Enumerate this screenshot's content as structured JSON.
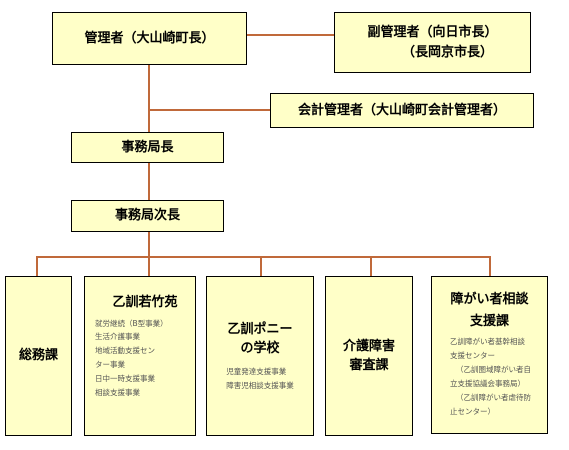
{
  "admin": "管理者（大山崎町長）",
  "vice_admin": [
    "副管理者（向日市長）",
    "（長岡京市長）"
  ],
  "accounting": "会計管理者（大山崎町会計管理者）",
  "director": "事務局長",
  "deputy_director": "事務局次長",
  "sections": {
    "general": "総務課",
    "otokuni_wakatake": {
      "title": "乙訓若竹苑",
      "items": [
        "就労継続（B型事業）",
        "生活介護事業",
        "地域活動支援セン",
        "ター事業",
        "日中一時支援事業",
        "相談支援事業"
      ]
    },
    "otokuni_pony": {
      "title": [
        "乙訓ポニー",
        "の学校"
      ],
      "items": [
        "児童発達支援事業",
        "障害児相談支援事業"
      ]
    },
    "care_review": [
      "介護障害",
      "審査課"
    ],
    "disability_support": {
      "title": [
        "障がい者相談",
        "支援課"
      ],
      "items": [
        "乙訓障がい者基幹相談",
        "支援センター",
        "（乙訓圏域障がい者自",
        "立支援協議会事務局）",
        "（乙訓障がい者虐待防",
        "止センター）"
      ]
    }
  },
  "colors": {
    "box_fill": "#ffffc8",
    "connector": "#c0693a",
    "border": "#000000"
  }
}
